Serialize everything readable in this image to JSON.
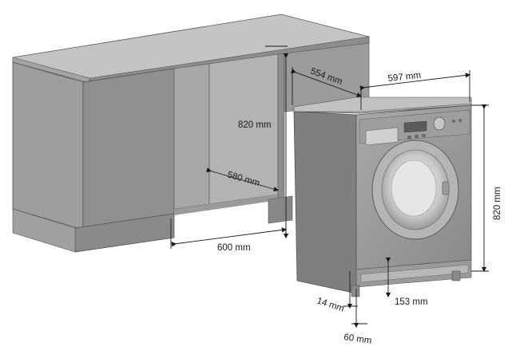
{
  "dimensions": {
    "cabinet_height": "820 mm",
    "cabinet_depth": "580 mm",
    "cabinet_width": "600 mm",
    "appliance_depth": "554 mm",
    "appliance_width": "597 mm",
    "appliance_height": "820 mm",
    "adjust_14": "14 mm",
    "plinth_153": "153 mm",
    "plinth_60": "60 mm"
  },
  "colors": {
    "worktop": "#b9b9b9",
    "cabinet": "#9b9b9b",
    "cabinet_dark": "#7e7e7e",
    "appliance": "#8f8f8f",
    "appliance_light": "#a6a6a6",
    "glass": "#d8d8d8"
  }
}
